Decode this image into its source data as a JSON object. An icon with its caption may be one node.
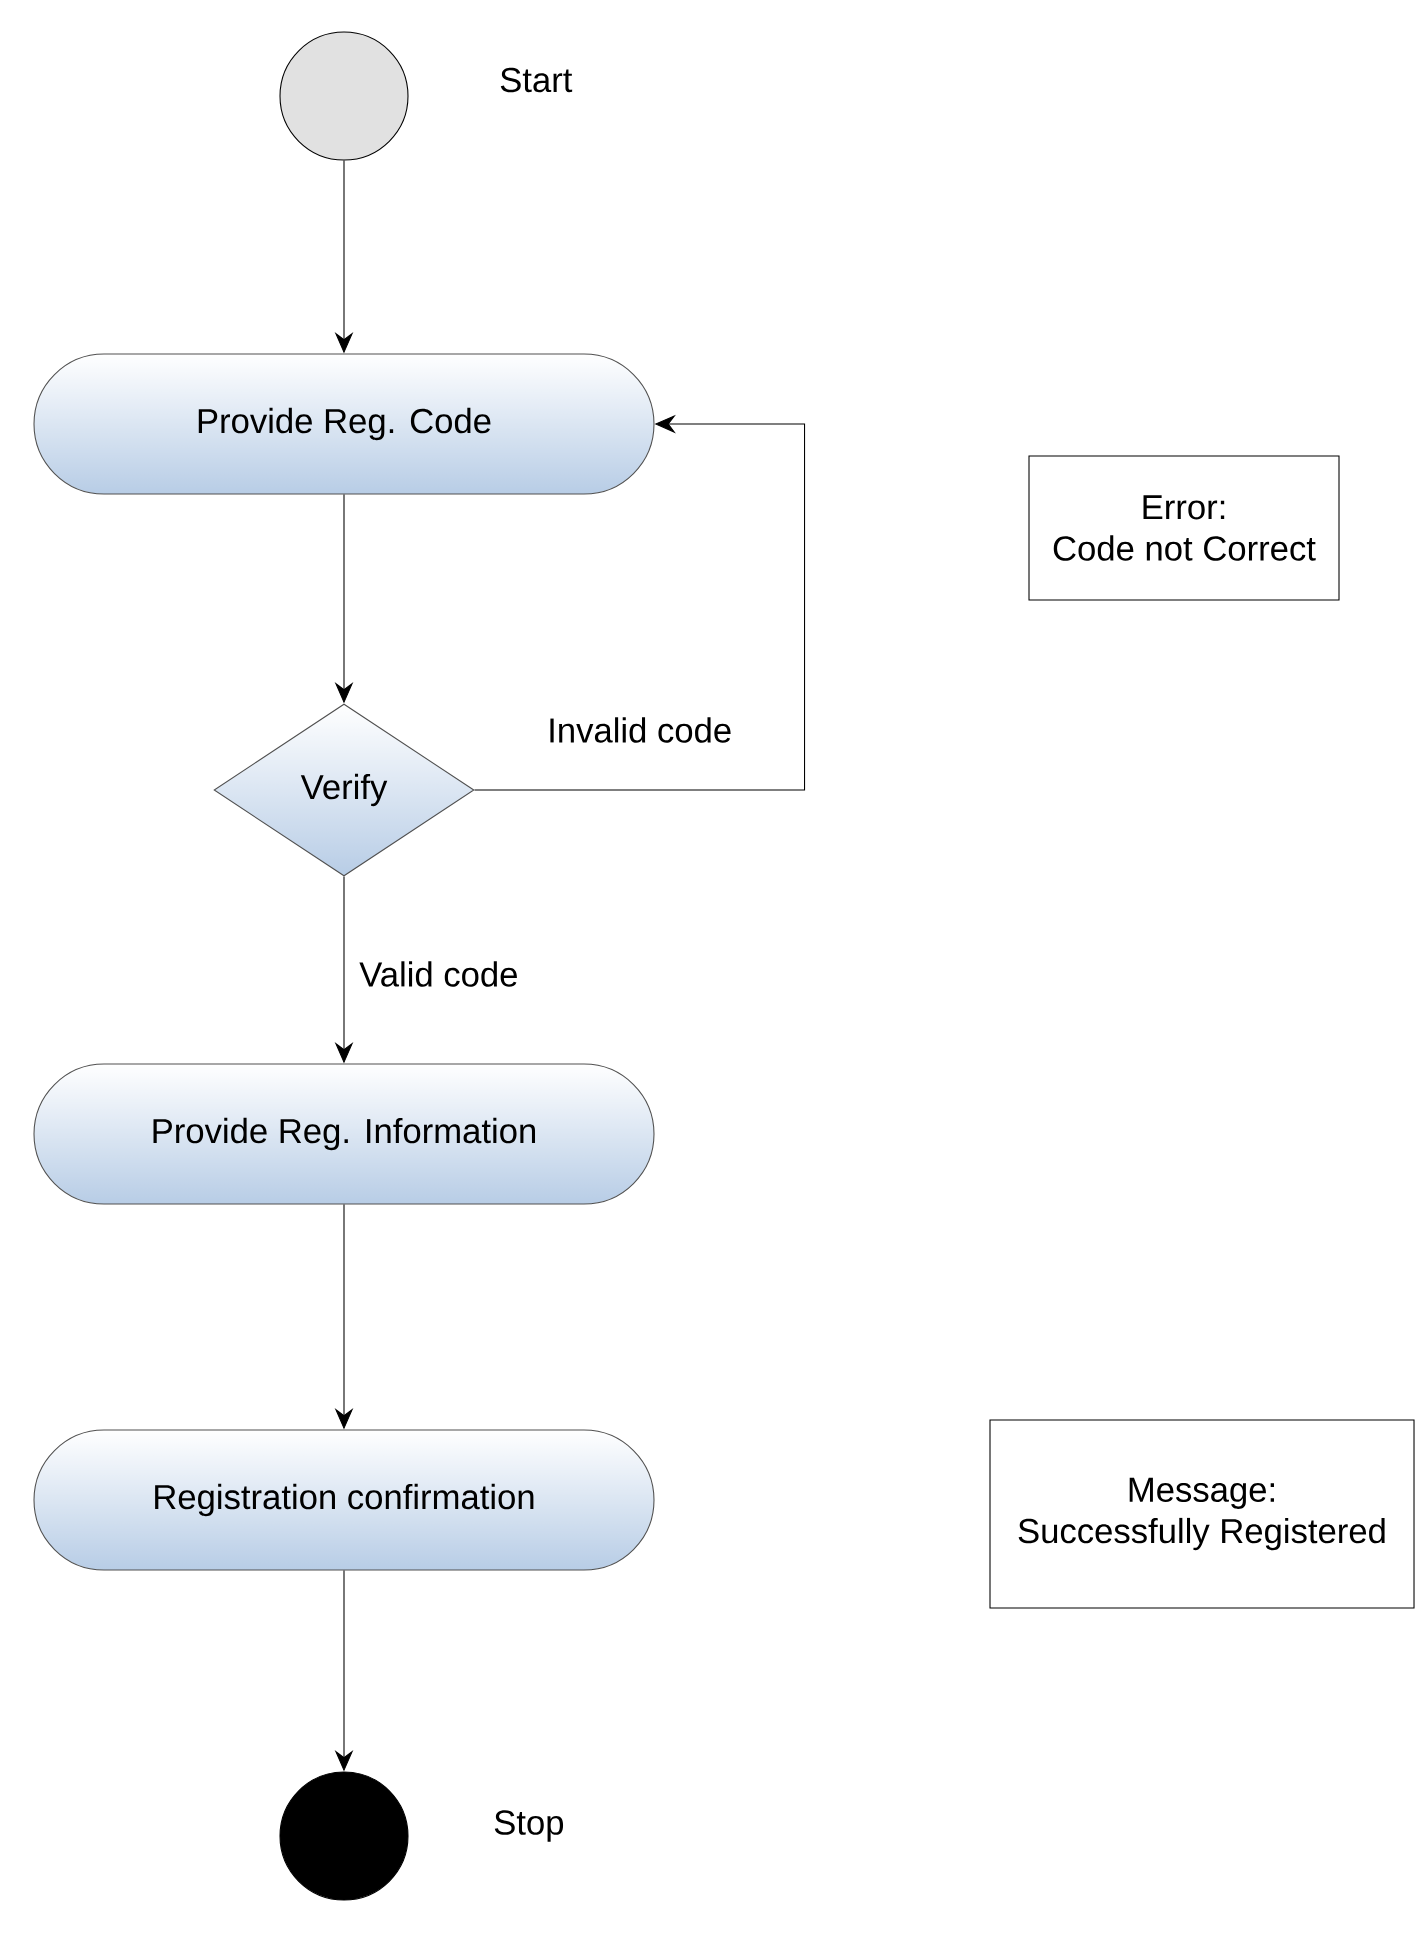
{
  "diagram": {
    "nodes": [
      {
        "text": [],
        "shape": "circle",
        "beside": [
          "Start"
        ]
      },
      {
        "text": [
          "Provide Reg. Code"
        ]
      },
      {
        "text": [
          "Verify"
        ]
      },
      {
        "text": [
          "Provide Reg. Information"
        ]
      },
      {
        "text": [
          "Registration confirmation"
        ]
      },
      {
        "text": [],
        "shape": "circle",
        "beside": [
          "Stop"
        ]
      },
      {
        "text": [
          "Error:",
          "Code not Correct"
        ]
      },
      {
        "text": [
          "Message:",
          "Successfully Registered"
        ]
      }
    ],
    "edges": [
      {
        "from": 0,
        "to": 1,
        "arrow": "to"
      },
      {
        "from": 1,
        "to": 2,
        "arrow": "to"
      },
      {
        "from": 2,
        "to": 1,
        "arrow": "to",
        "label": "Invalid code"
      },
      {
        "from": 2,
        "to": 3,
        "arrow": "to",
        "label": "Valid code"
      },
      {
        "from": 3,
        "to": 4,
        "arrow": "to"
      },
      {
        "from": 4,
        "to": 5,
        "arrow": "to"
      }
    ]
  }
}
